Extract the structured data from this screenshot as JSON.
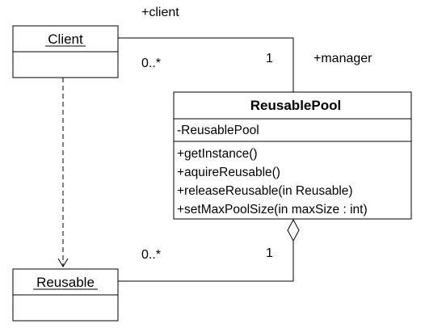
{
  "diagram": {
    "classes": {
      "client": {
        "name": "Client",
        "attributes": [],
        "operations": []
      },
      "reusable": {
        "name": "Reusable",
        "attributes": [],
        "operations": []
      },
      "reusable_pool": {
        "name": "ReusablePool",
        "attributes": [
          "-ReusablePool"
        ],
        "operations": [
          "+getInstance()",
          "+aquireReusable()",
          "+releaseReusable(in Reusable)",
          "+setMaxPoolSize(in maxSize : int)"
        ]
      }
    },
    "associations": [
      {
        "from": "Client",
        "to": "ReusablePool",
        "from_role": "+client",
        "to_role": "+manager",
        "from_multiplicity": "0..*",
        "to_multiplicity": "1"
      },
      {
        "from": "Reusable",
        "to": "ReusablePool",
        "kind": "aggregation",
        "from_multiplicity": "0..*",
        "to_multiplicity": "1"
      }
    ],
    "dependencies": [
      {
        "from": "Client",
        "to": "Reusable",
        "style": "dashed"
      }
    ]
  }
}
